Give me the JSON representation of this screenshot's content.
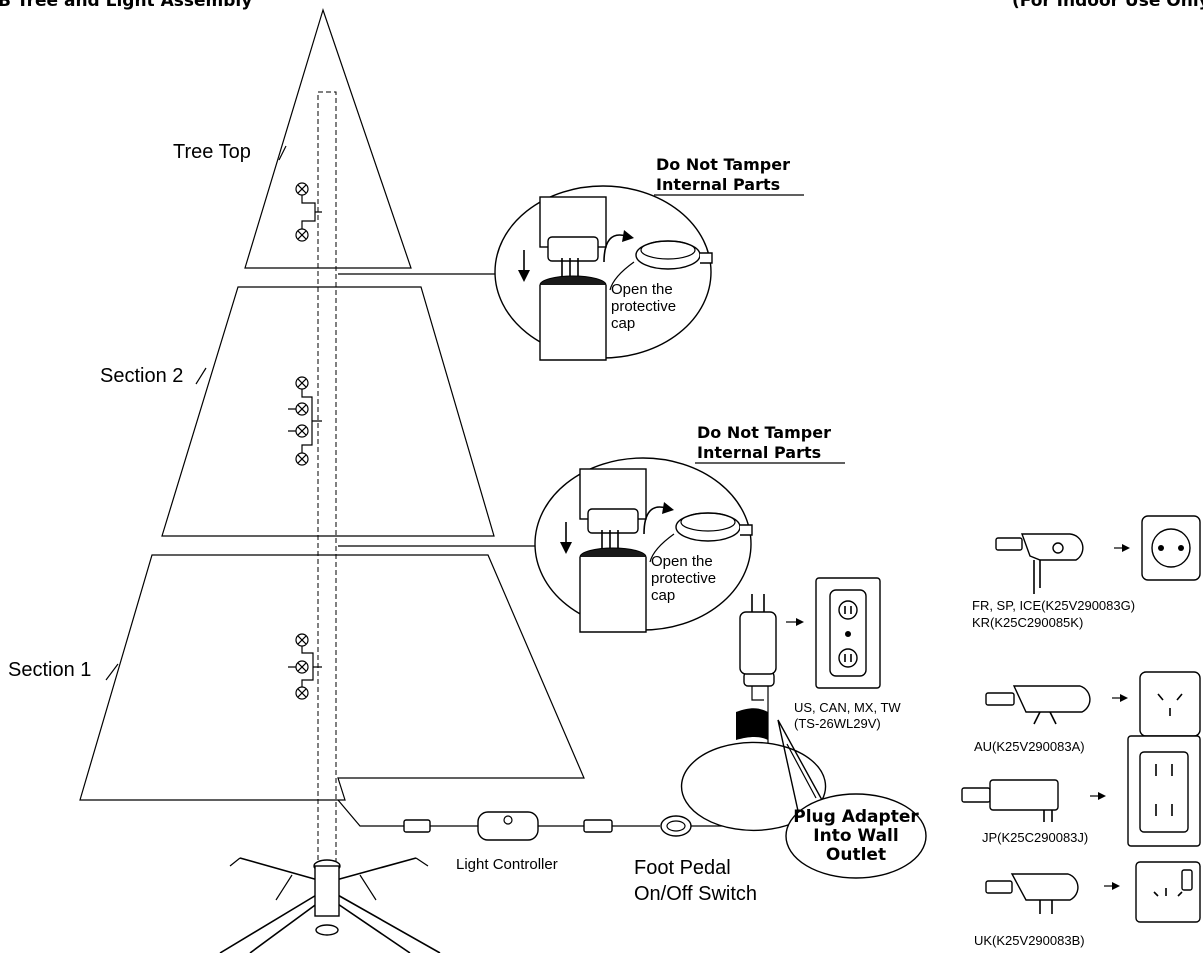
{
  "header": {
    "title": "B    Tree and Light Assembly",
    "right_note": "(For Indoor Use Only)"
  },
  "tree": {
    "top_label": "Tree Top",
    "section2_label": "Section 2",
    "section1_label": "Section 1"
  },
  "callouts": [
    {
      "warning_line1": "Do Not Tamper",
      "warning_line2": "Internal Parts",
      "note_line1": "Open the",
      "note_line2": "protective",
      "note_line3": "cap"
    },
    {
      "warning_line1": "Do Not Tamper",
      "warning_line2": "Internal Parts",
      "note_line1": "Open the",
      "note_line2": "protective",
      "note_line3": "cap"
    }
  ],
  "controls": {
    "light_controller": "Light Controller",
    "foot_pedal_line1": "Foot Pedal",
    "foot_pedal_line2": "On/Off Switch"
  },
  "adapter": {
    "us_regions": "US, CAN, MX, TW",
    "us_model": "(TS-26WL29V)",
    "bubble_line1": "Plug Adapter",
    "bubble_line2": "Into Wall",
    "bubble_line3": "Outlet"
  },
  "plugs": [
    {
      "line1": "FR, SP, ICE(K25V290083G)",
      "line2": "KR(K25C290085K)"
    },
    {
      "line1": "AU(K25V290083A)"
    },
    {
      "line1": "JP(K25C290083J)"
    },
    {
      "line1": "UK(K25V290083B)"
    }
  ]
}
